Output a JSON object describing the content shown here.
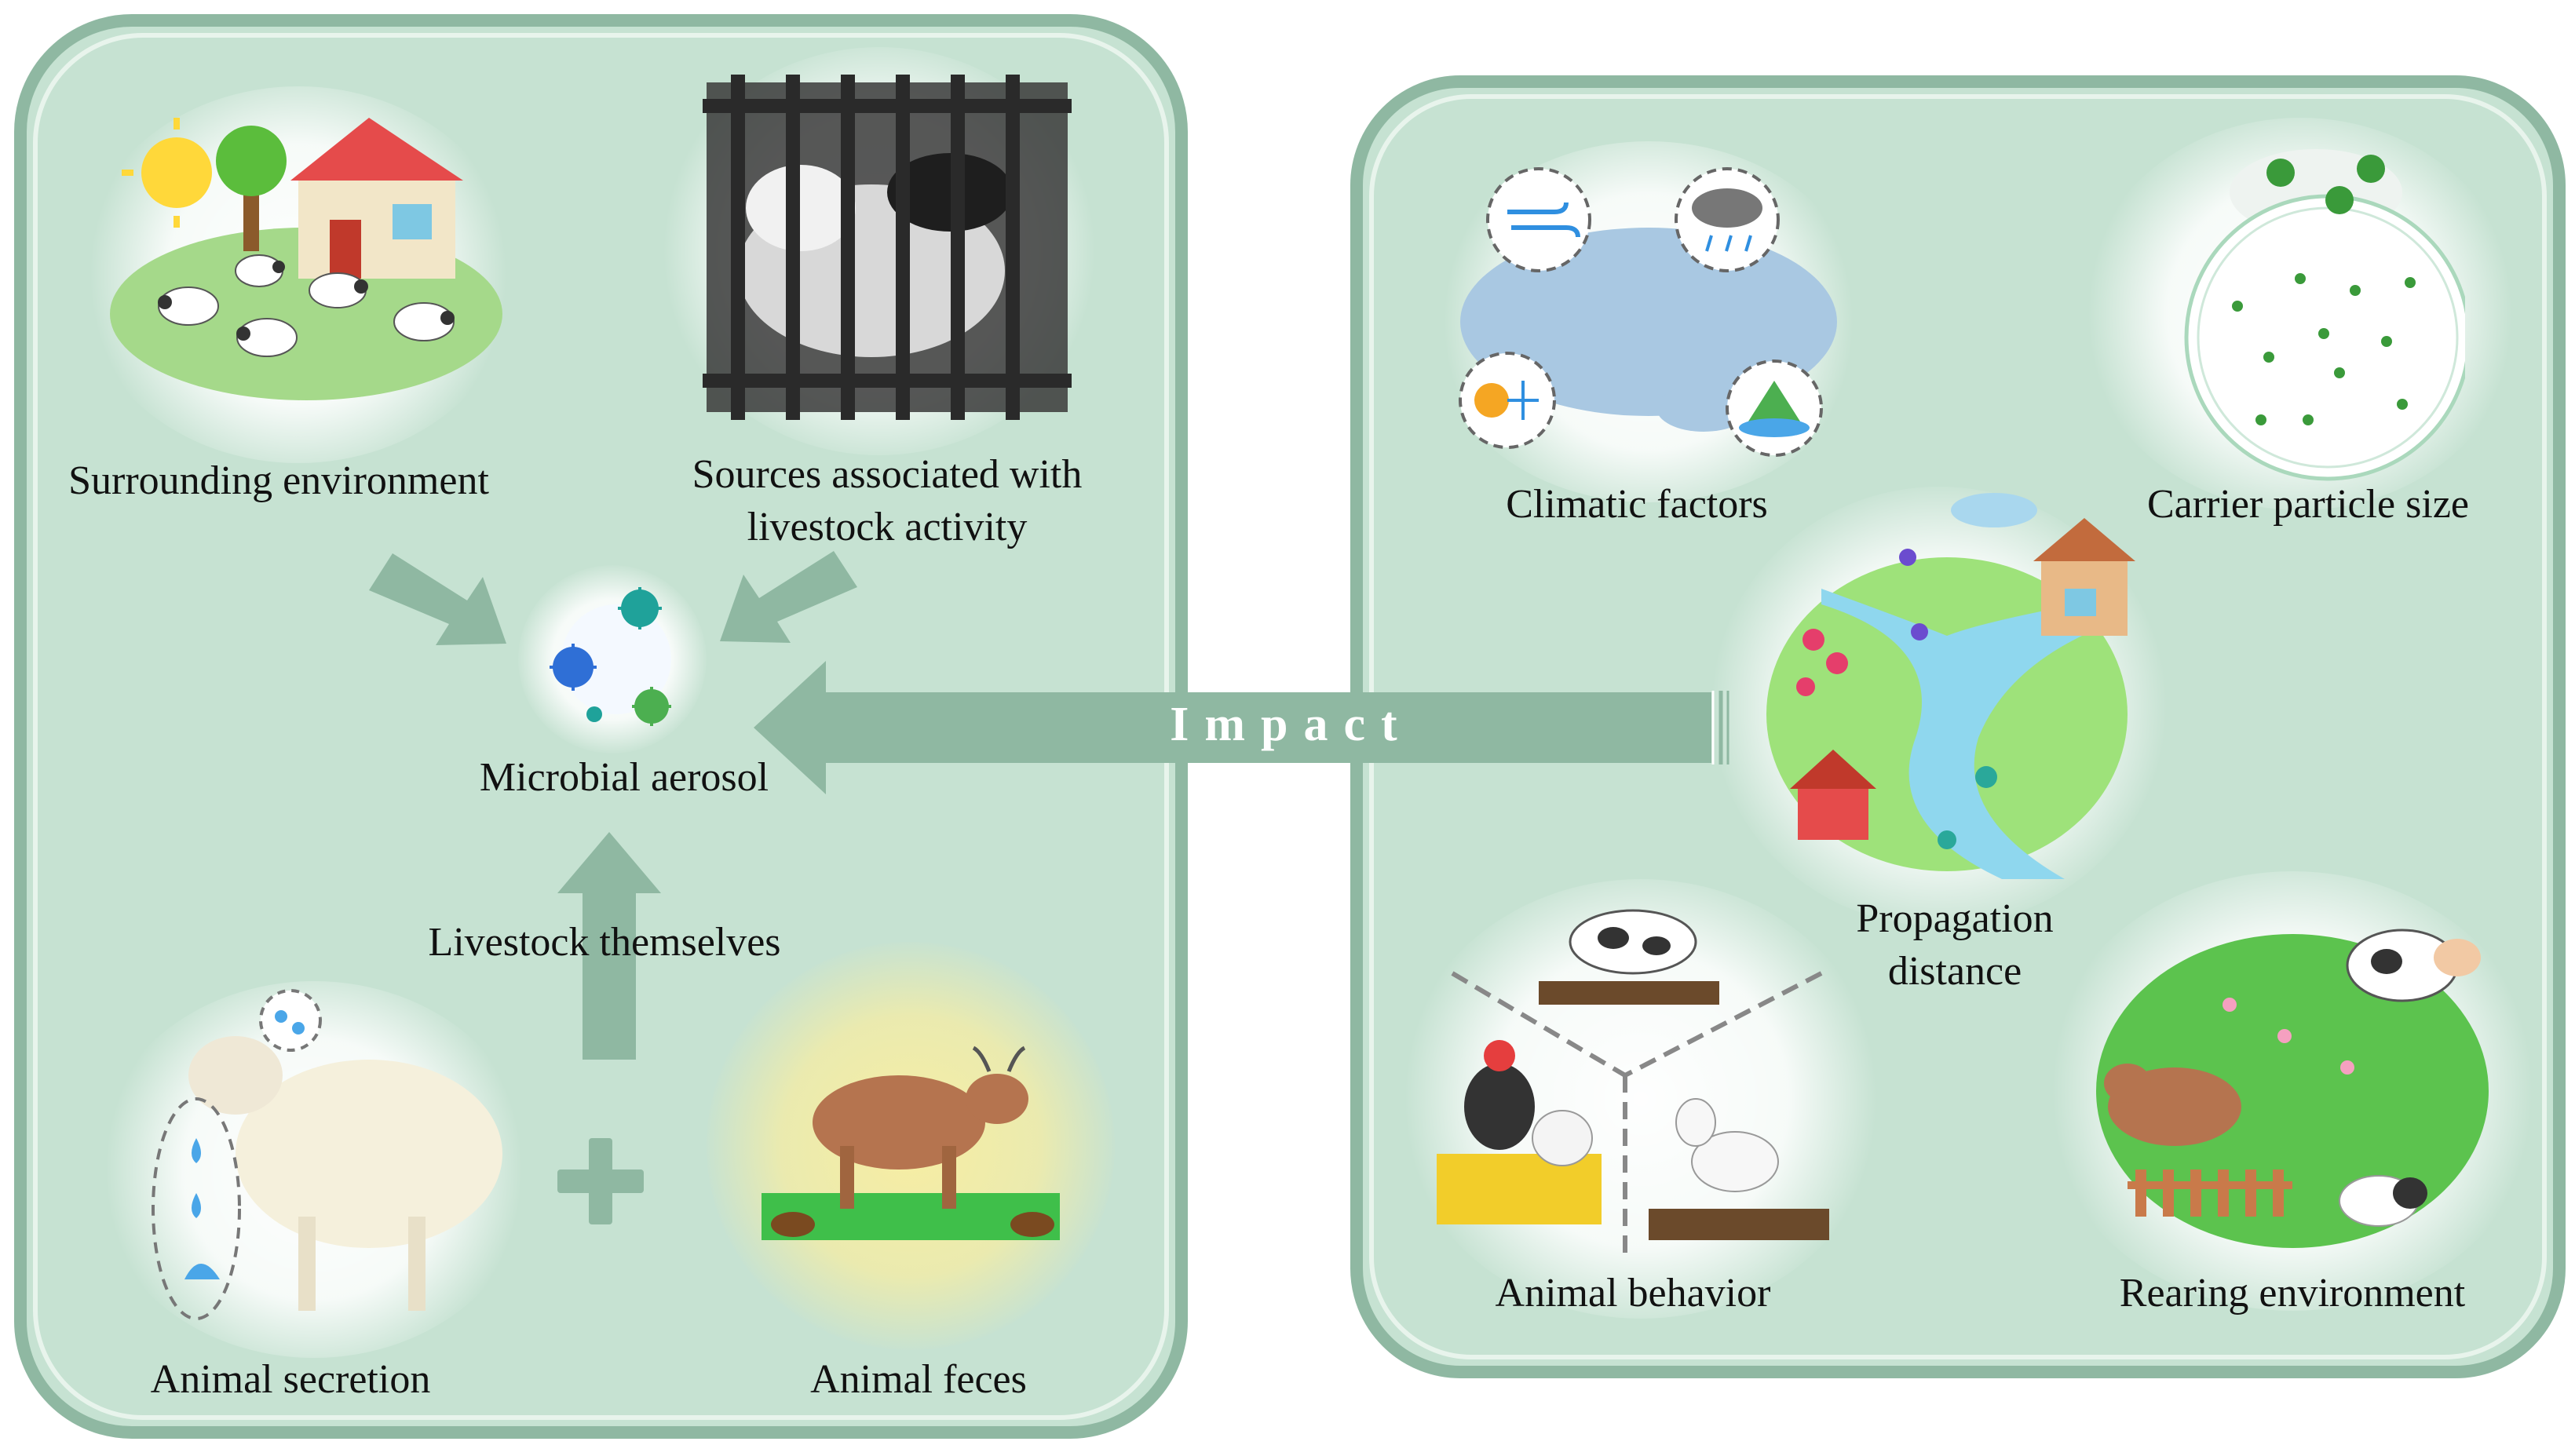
{
  "sources": {
    "surrounding_environment": "Surrounding environment",
    "livestock_activity_line1": "Sources associated with",
    "livestock_activity_line2": "livestock activity",
    "microbial_aerosol": "Microbial aerosol",
    "livestock_themselves": "Livestock themselves",
    "animal_secretion": "Animal secretion",
    "animal_feces": "Animal feces"
  },
  "impact": {
    "label": "Impact"
  },
  "factors": {
    "climatic_factors": "Climatic factors",
    "carrier_particle_size": "Carrier particle size",
    "propagation_distance_line1": "Propagation",
    "propagation_distance_line2": "distance",
    "animal_behavior": "Animal behavior",
    "rearing_environment": "Rearing environment"
  },
  "colors": {
    "panel_fill": "#c6e2d2",
    "panel_border": "#8fb8a2",
    "arrow": "#8fb8a2"
  }
}
